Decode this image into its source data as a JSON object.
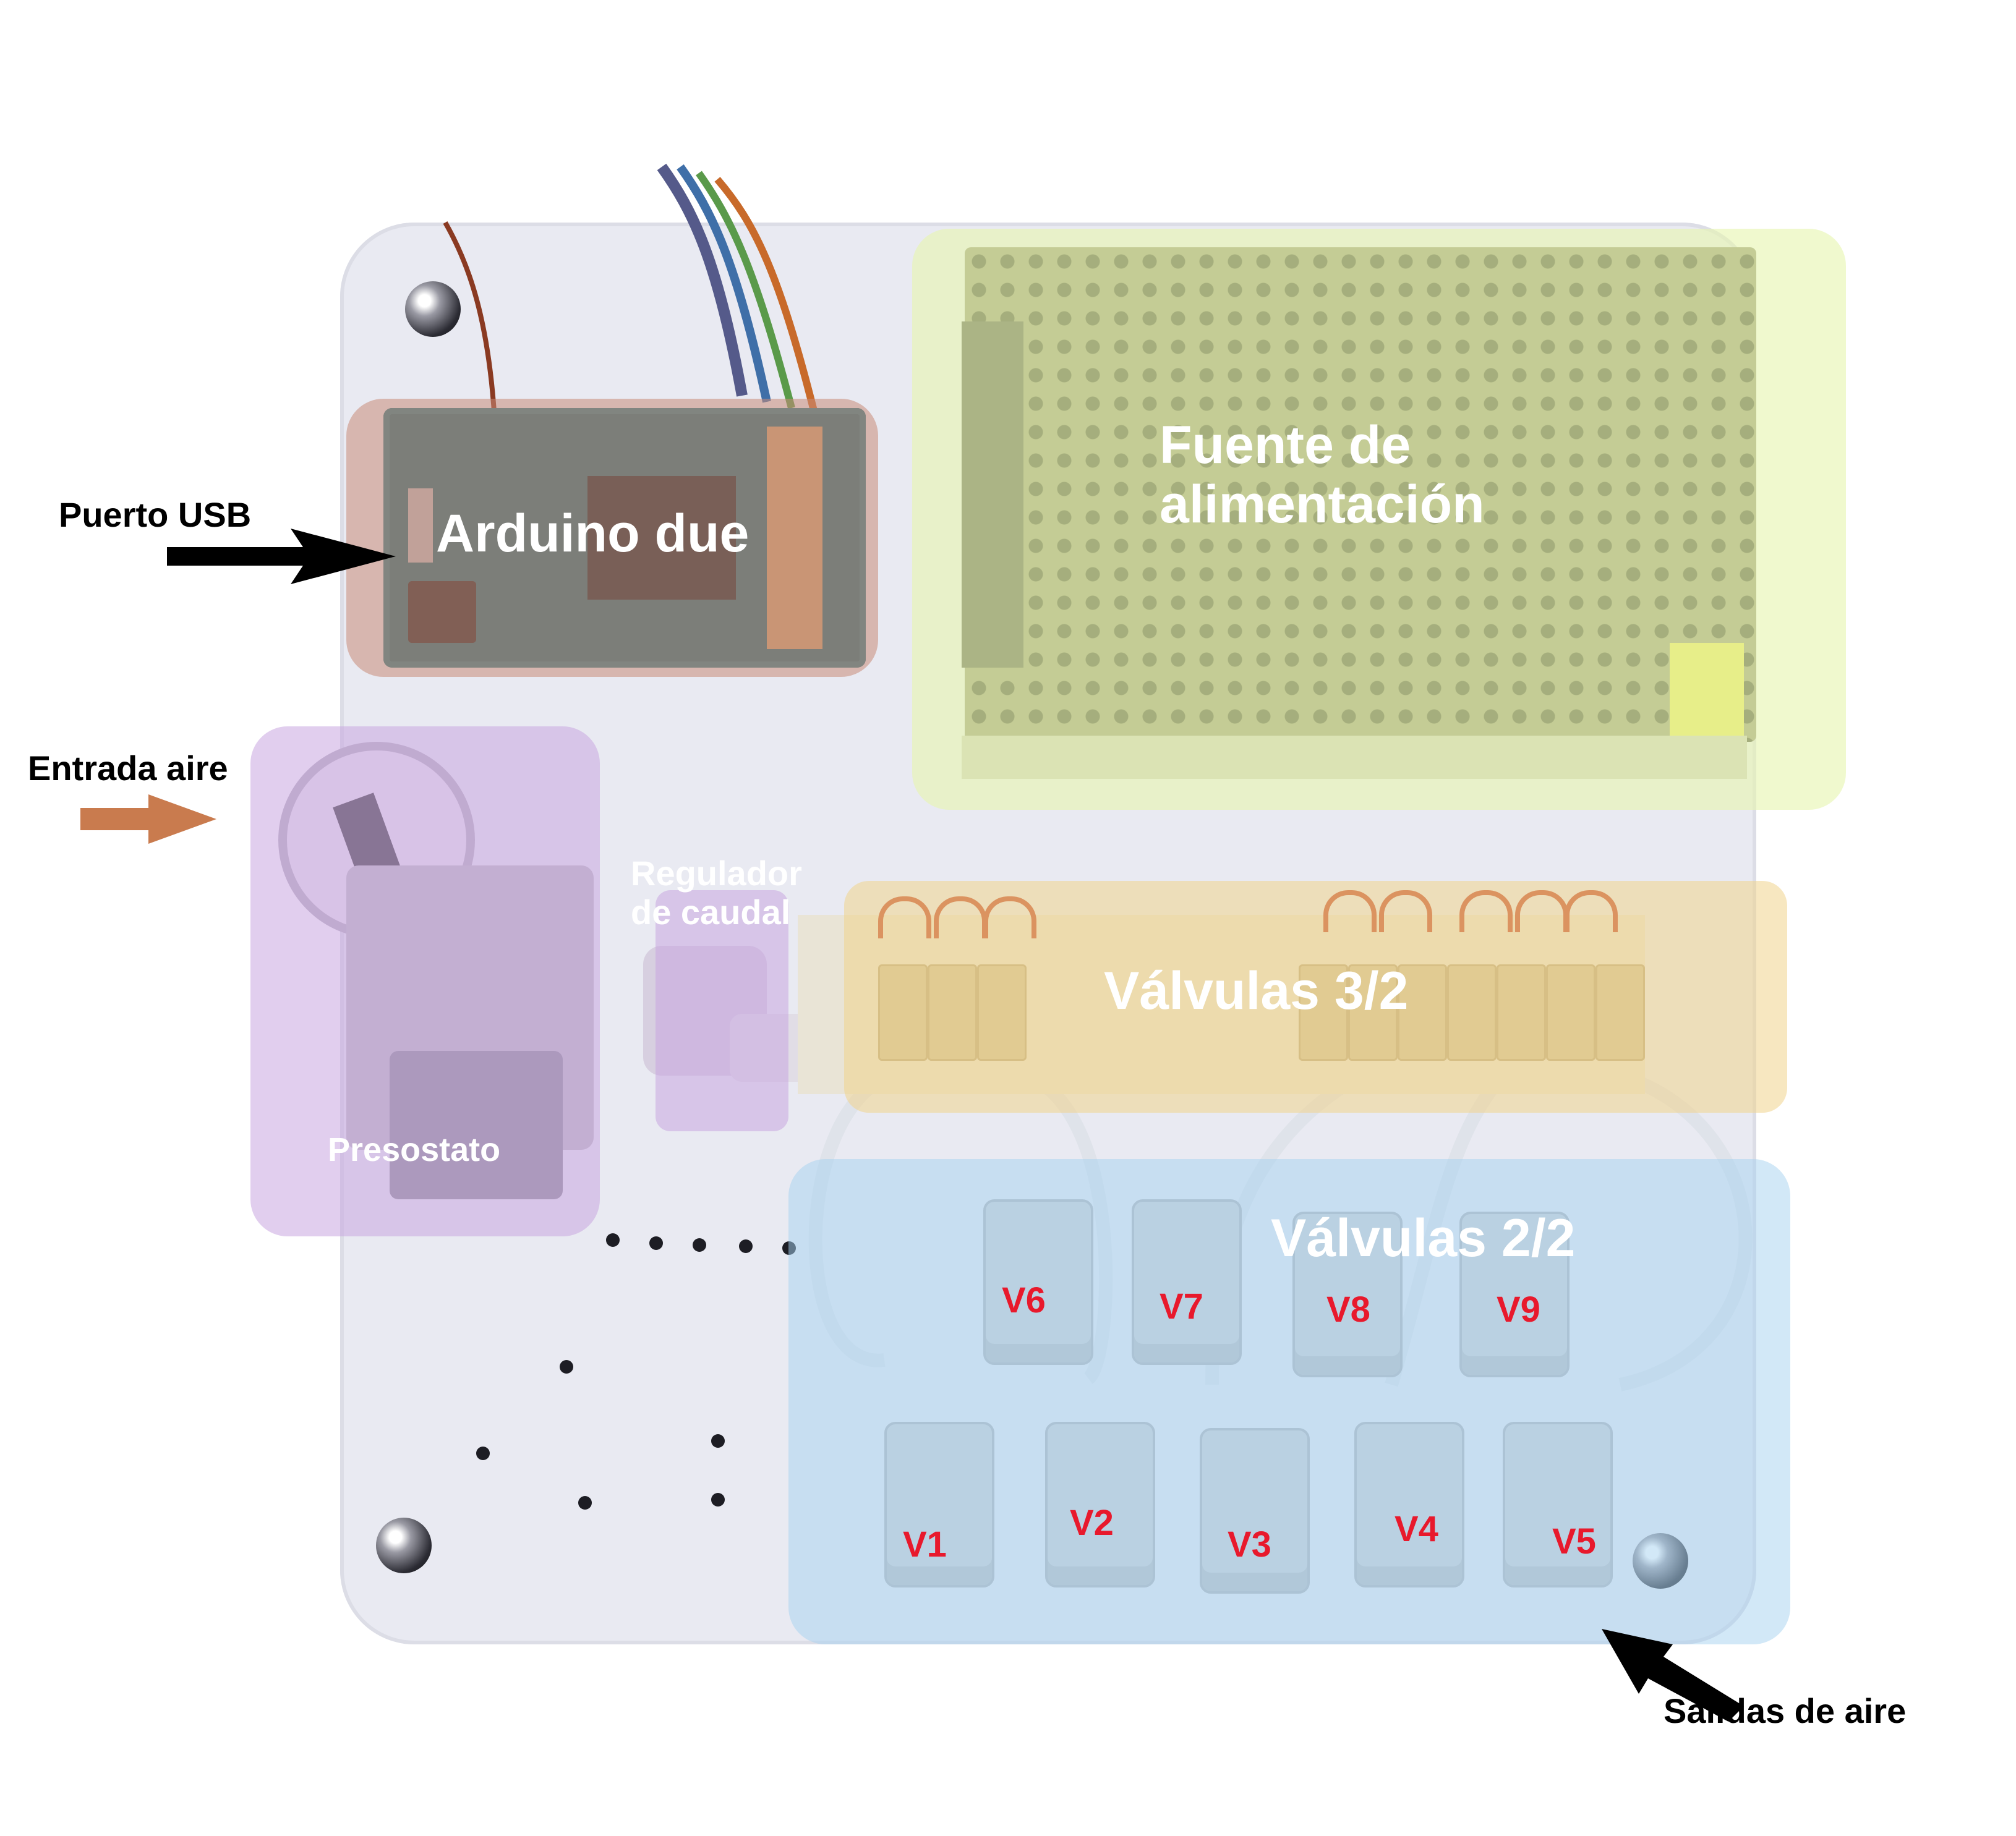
{
  "annotations": {
    "arduino": "Arduino due",
    "power_supply": "Fuente de\nalimentación",
    "flow_regulator": "Regulador\nde caudal",
    "pressure_switch": "Presostato",
    "valves_32": "Válvulas 3/2",
    "valves_22": "Válvulas 2/2",
    "usb_port": "Puerto USB",
    "air_inlet": "Entrada aire",
    "air_outlets": "Salidas de aire"
  },
  "valves_top_row": [
    "V6",
    "V7",
    "V8",
    "V9"
  ],
  "valves_bottom_row": [
    "V1",
    "V2",
    "V3",
    "V4",
    "V5"
  ],
  "colors": {
    "arduino_zone": "#c98b78",
    "power_zone": "#e6f5b0",
    "pressure_zone": "#c9a5e0",
    "valves32_zone": "#f0d48c",
    "valves22_zone": "#a6d2f0",
    "valve_label": "#e8192c",
    "usb_arrow": "#000000",
    "inlet_arrow": "#c97b4e",
    "outlet_arrow": "#000000"
  }
}
